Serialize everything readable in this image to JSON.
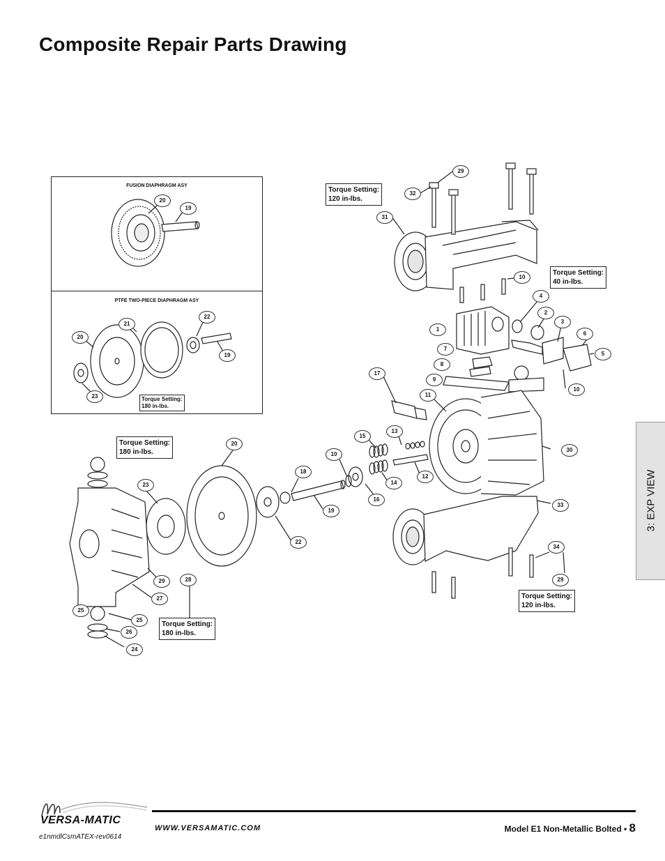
{
  "page_title": "Composite Repair Parts Drawing",
  "inset": {
    "fusion_title": "FUSION DIAPHRAGM ASY",
    "ptfe_title": "PTFE TWO-PIECE DIAPHRAGM ASY",
    "fusion_callouts": [
      "20",
      "19"
    ],
    "ptfe_callouts": [
      "21",
      "22",
      "20",
      "19",
      "23"
    ],
    "torque": {
      "line1": "Torque Setting:",
      "line2": "180 in-lbs."
    }
  },
  "torque_boxes": {
    "top_bolts": {
      "line1": "Torque Setting:",
      "line2": "120 in-lbs."
    },
    "center_bolts": {
      "line1": "Torque Setting:",
      "line2": "40 in-lbs."
    },
    "outer_chamber": {
      "line1": "Torque Setting:",
      "line2": "180 in-lbs."
    },
    "inner_nut": {
      "line1": "Torque Setting:",
      "line2": "180 in-lbs."
    },
    "bottom_bolts": {
      "line1": "Torque Setting:",
      "line2": "120 in-lbs."
    }
  },
  "callouts": {
    "c29_top": "29",
    "c32": "32",
    "c31": "31",
    "c10_top": "10",
    "c4": "4",
    "c2": "2",
    "c3": "3",
    "c1": "1",
    "c6": "6",
    "c5": "5",
    "c7": "7",
    "c8": "8",
    "c9": "9",
    "c10_right": "10",
    "c17": "17",
    "c11": "11",
    "c13": "13",
    "c15": "15",
    "c10_mid": "10",
    "c12": "12",
    "c14": "14",
    "c16": "16",
    "c30": "30",
    "c18": "18",
    "c19": "19",
    "c20": "20",
    "c22": "22",
    "c23": "23",
    "c33": "33",
    "c34": "34",
    "c29_bottom": "29",
    "c29_left": "29",
    "c28": "28",
    "c27": "27",
    "c25_a": "25",
    "c25_b": "25",
    "c26": "26",
    "c24": "24"
  },
  "side_tab": "3: EXP VIEW",
  "footer": {
    "brand": "VERSA-MATIC",
    "website": "WWW.VERSAMATIC.COM",
    "model": "Model E1 Non-Metallic Bolted •",
    "page_number": "8",
    "revision": "e1nmdlCsmATEX-rev0614"
  }
}
